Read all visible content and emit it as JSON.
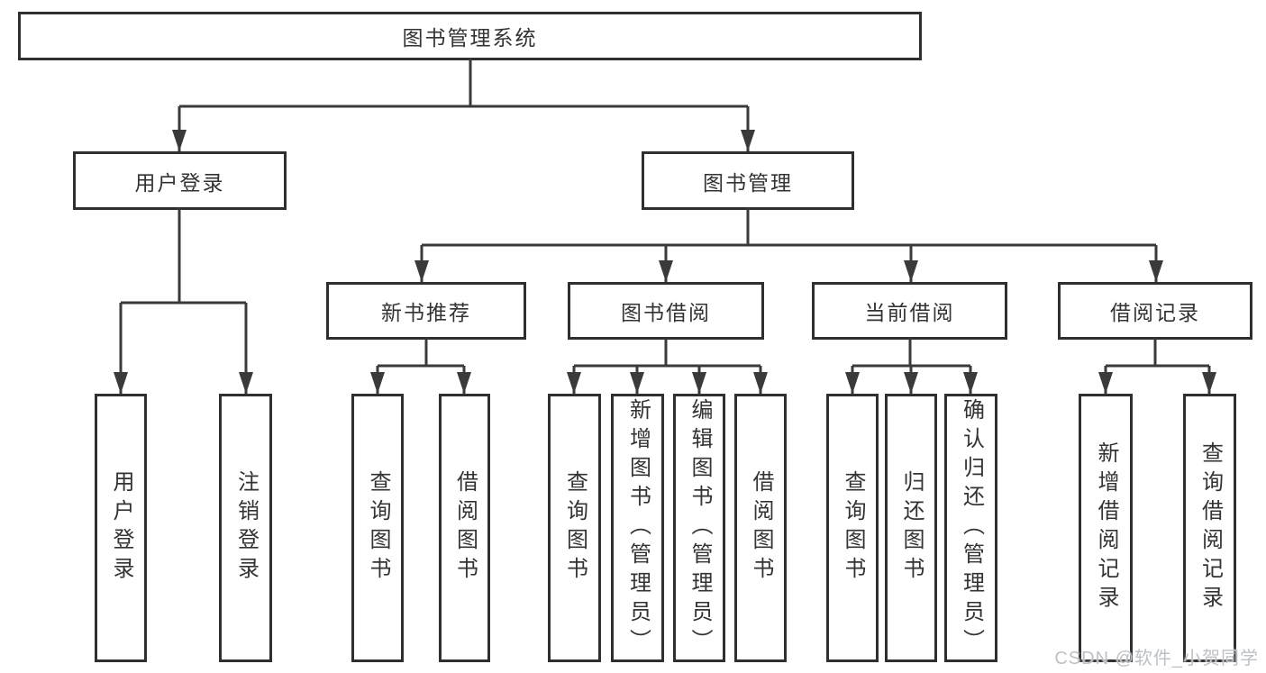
{
  "diagram": {
    "root": {
      "label": "图书管理系统"
    },
    "branches": [
      {
        "label": "用户登录",
        "children": [
          {
            "label": "用户登录"
          },
          {
            "label": "注销登录"
          }
        ]
      },
      {
        "label": "图书管理",
        "children": [
          {
            "label": "新书推荐",
            "children": [
              {
                "label": "查询图书"
              },
              {
                "label": "借阅图书"
              }
            ]
          },
          {
            "label": "图书借阅",
            "children": [
              {
                "label": "查询图书"
              },
              {
                "label": "新增图书（管理员）"
              },
              {
                "label": "编辑图书（管理员）"
              },
              {
                "label": "借阅图书"
              }
            ]
          },
          {
            "label": "当前借阅",
            "children": [
              {
                "label": "查询图书"
              },
              {
                "label": "归还图书"
              },
              {
                "label": "确认归还（管理员）"
              }
            ]
          },
          {
            "label": "借阅记录",
            "children": [
              {
                "label": "新增借阅记录"
              },
              {
                "label": "查询借阅记录"
              }
            ]
          }
        ]
      }
    ],
    "watermark": "CSDN @软件_小贺同学",
    "colors": {
      "line": "#3a3a3a",
      "border": "#2f2f2f",
      "text": "#333333",
      "background": "#ffffff",
      "watermark": "#bdc1c5"
    }
  }
}
